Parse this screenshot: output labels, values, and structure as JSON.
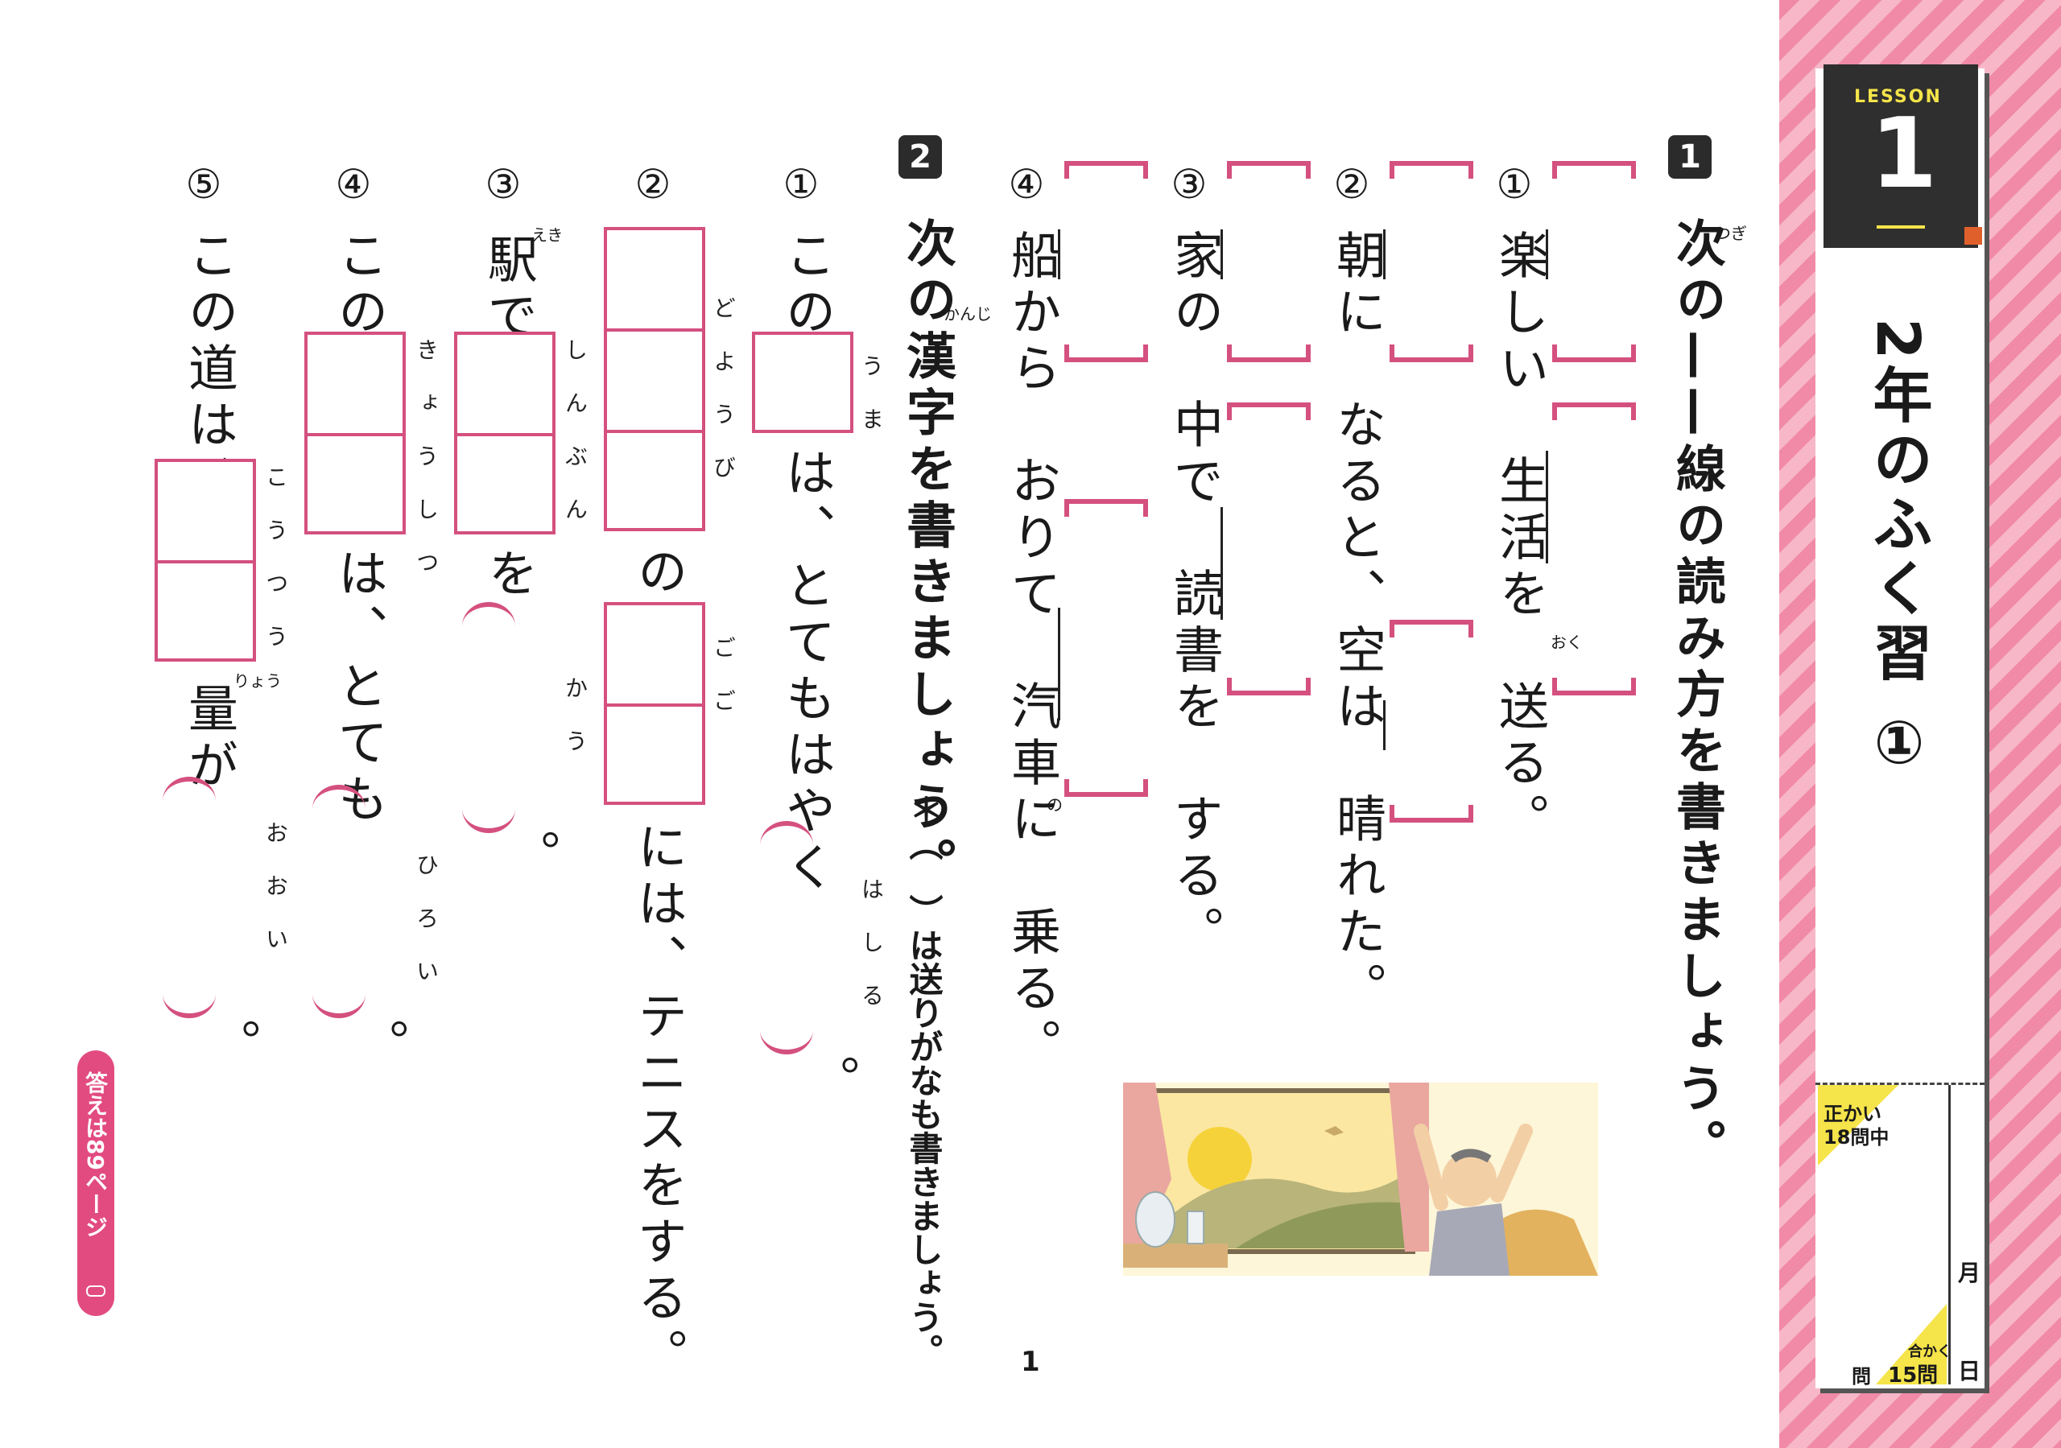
{
  "sidebar": {
    "lesson_label": "LESSON",
    "lesson_number": "1",
    "title": "2年のふく習",
    "title_num": "①",
    "score_label_1": "正かい",
    "score_label_2": "18問中",
    "month": "月",
    "day": "日",
    "mon_unit": "問",
    "pass_label": "合かく",
    "pass_value": "15問"
  },
  "q1": {
    "badge": "1",
    "instruction": "次の——線の読み方を書きましょう。",
    "ruby_tsugi": "つぎ",
    "items": [
      {
        "num": "①",
        "text": "楽しい　生活を　送る。",
        "ruby": "おく"
      },
      {
        "num": "②",
        "text": "朝に　なると、空は　晴れた。"
      },
      {
        "num": "③",
        "text": "家の　中で　読書を　する。"
      },
      {
        "num": "④",
        "text": "船から　おりて　汽車に　乗る。",
        "ruby": "の"
      }
    ]
  },
  "q2": {
    "badge": "2",
    "instruction": "次の漢字を書きましょう。",
    "ruby_kanji": "かんじ",
    "note": "＊（　）は送りがなも書きましょう。",
    "items": [
      {
        "num": "①",
        "t1": "この",
        "t2": "は、とてもはやく",
        "t3": "。",
        "r1": "うま",
        "r2": "はしる"
      },
      {
        "num": "②",
        "t1": "の",
        "t2": "には、テニスをする。",
        "r1": "どようび",
        "r2": "ごご"
      },
      {
        "num": "③",
        "t0": "駅で",
        "t1": "を",
        "t2": "。",
        "r0": "えき",
        "r1": "しんぶん",
        "r2": "かう"
      },
      {
        "num": "④",
        "t1": "この",
        "t2": "は、とても",
        "t3": "。",
        "r1": "きょうしつ",
        "r2": "ひろい"
      },
      {
        "num": "⑤",
        "t1": "この道は、",
        "t2": "量が",
        "t3": "。",
        "r1": "こうつう",
        "r2": "おおい",
        "r3": "りょう"
      }
    ]
  },
  "answer_tab": "答えは89ページ",
  "page_number": "1"
}
